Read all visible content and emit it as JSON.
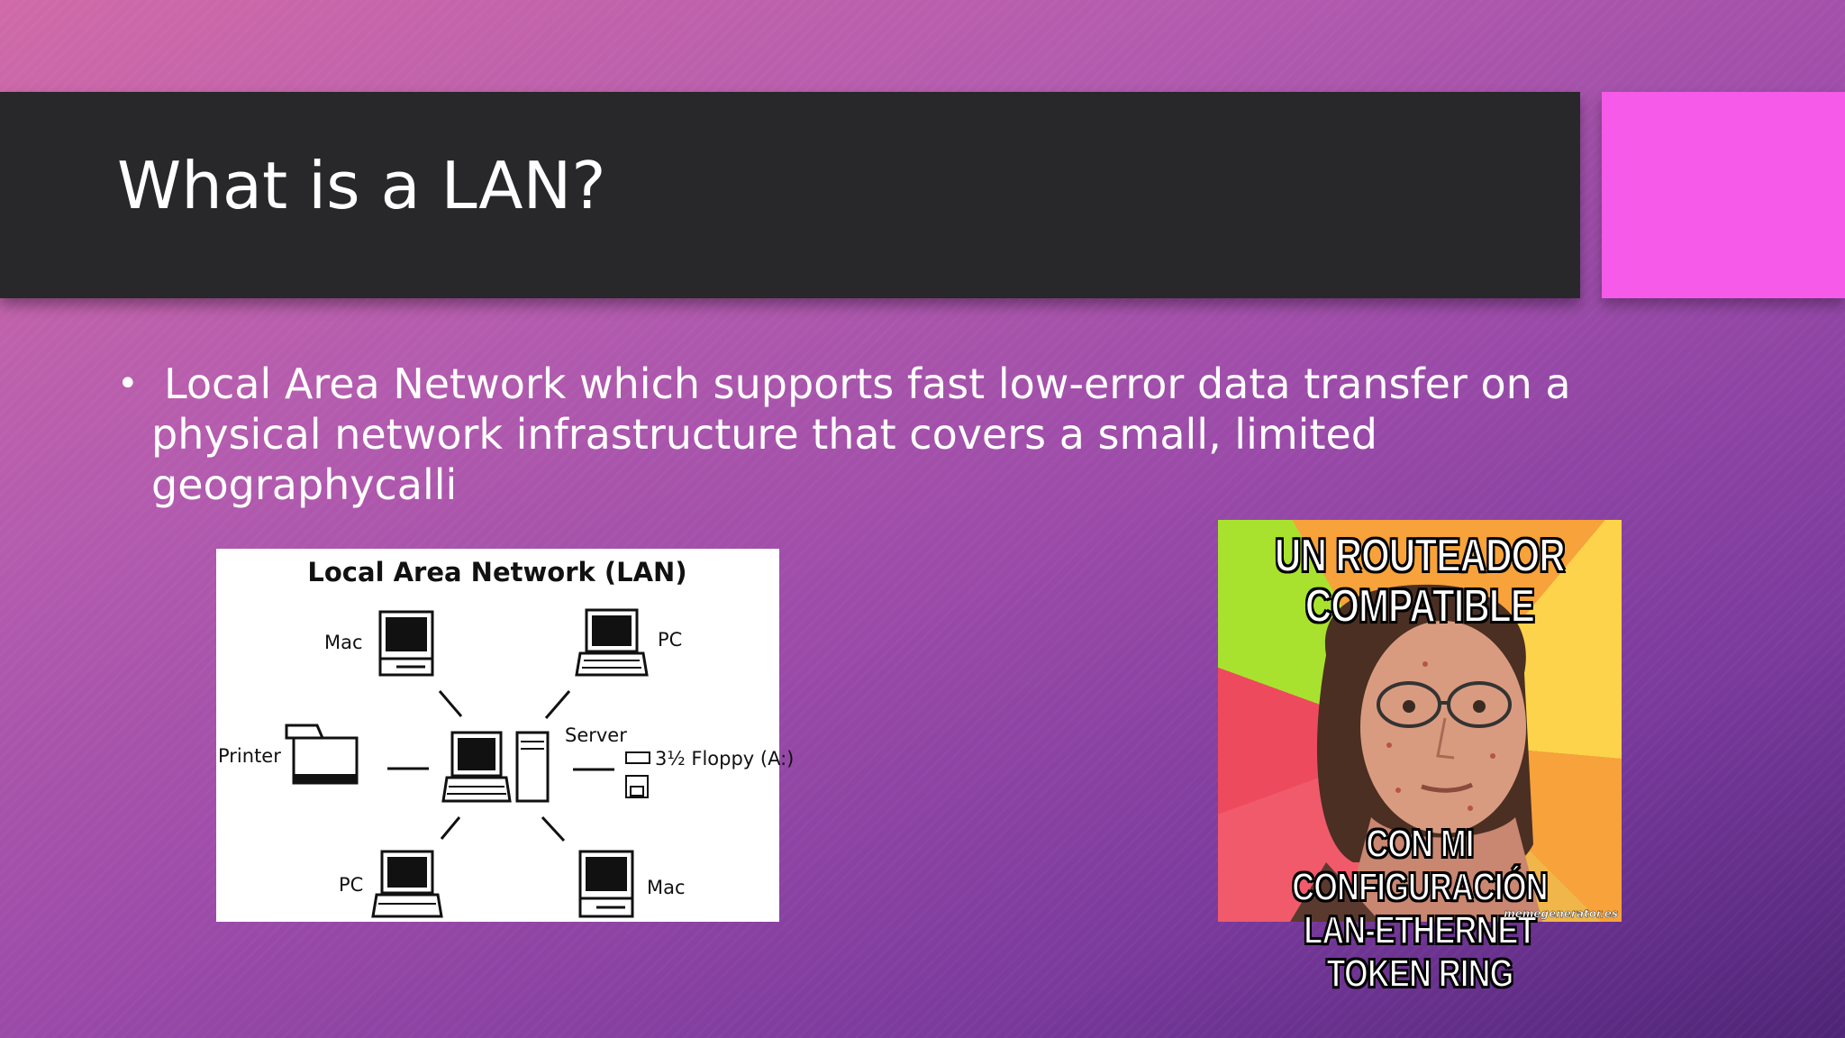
{
  "slide": {
    "title": "What is a LAN?",
    "bullet": " Local Area Network which supports fast low-error data transfer on a physical network infrastructure that covers a small, limited geographycalli",
    "colors": {
      "title_bar": "#28272a",
      "accent_box": "#f55ae8",
      "bg_top": "#d06aa8",
      "bg_bottom": "#4e2477"
    }
  },
  "lan_diagram": {
    "title": "Local Area Network (LAN)",
    "labels": {
      "mac_top": "Mac",
      "pc_top": "PC",
      "printer": "Printer",
      "server": "Server",
      "floppy": "3½ Floppy (A:)",
      "pc_bottom": "PC",
      "mac_bottom": "Mac"
    }
  },
  "meme": {
    "top_text": "UN ROUTEADOR COMPATIBLE",
    "bottom_text": "CON MI CONFIGURACIÓN LAN-ETHERNET TOKEN RING",
    "watermark": "memegenerator.es"
  }
}
